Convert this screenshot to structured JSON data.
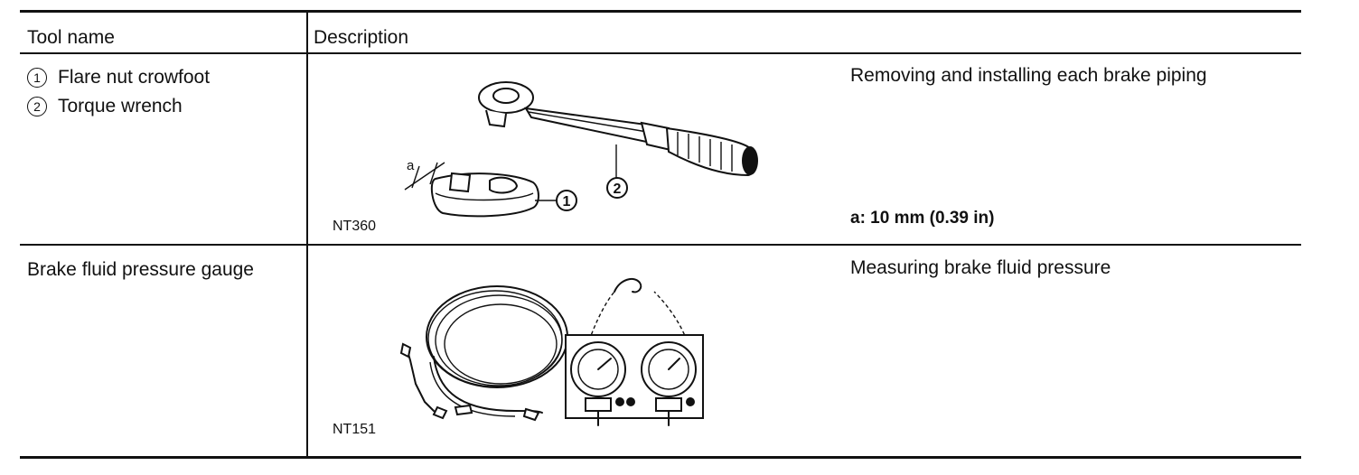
{
  "table": {
    "headers": {
      "tool_name": "Tool name",
      "description": "Description"
    },
    "rows": [
      {
        "tool_items": [
          {
            "num": "1",
            "label": "Flare nut crowfoot"
          },
          {
            "num": "2",
            "label": "Torque wrench"
          }
        ],
        "figure_code": "NT360",
        "callout_a": "a",
        "callout_1": "1",
        "callout_2": "2",
        "description": "Removing and installing each brake piping",
        "spec": "a: 10 mm (0.39 in)"
      },
      {
        "tool_name": "Brake fluid pressure gauge",
        "figure_code": "NT151",
        "description": "Measuring brake fluid pressure"
      }
    ]
  }
}
